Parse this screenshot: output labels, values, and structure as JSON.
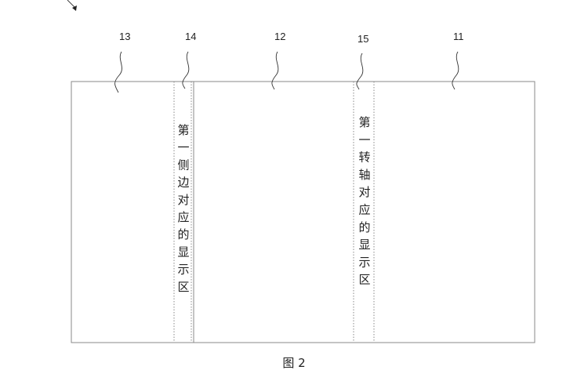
{
  "figure": {
    "caption": "图 2",
    "labels": {
      "l13": "13",
      "l14": "14",
      "l12": "12",
      "l15": "15",
      "l11": "11"
    },
    "regions": {
      "side_edge_display": [
        "第",
        "一",
        "侧",
        "边",
        "对",
        "应",
        "的",
        "显",
        "示",
        "区"
      ],
      "hinge_display": [
        "第",
        "一",
        "转",
        "轴",
        "对",
        "应",
        "的",
        "显",
        "示",
        "区"
      ]
    },
    "colors": {
      "outline": "#8a8a8a",
      "text": "#222222"
    }
  }
}
